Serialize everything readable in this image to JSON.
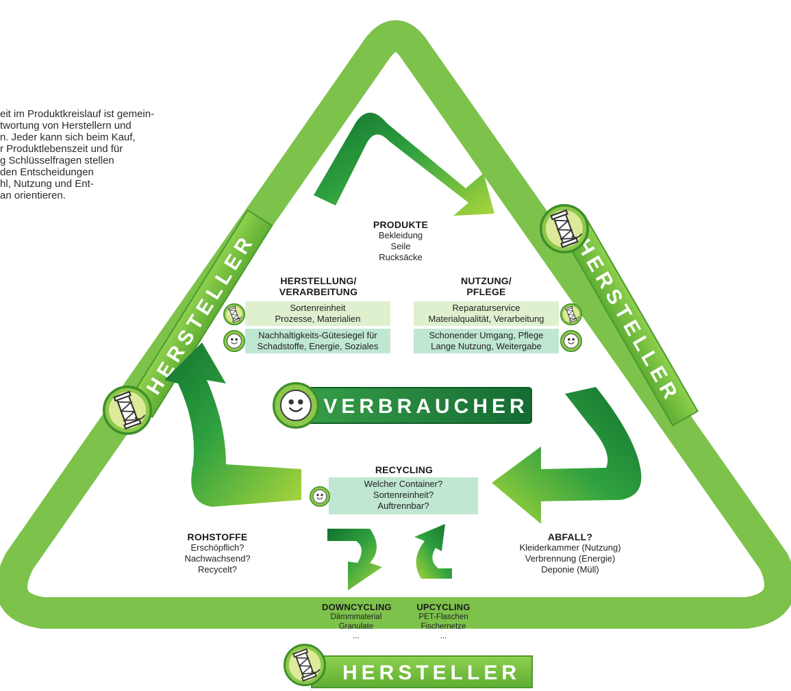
{
  "intro": {
    "lines": [
      "eit im Produktkreislauf ist gemein-",
      "twortung von Herstellern und",
      "n. Jeder kann sich beim Kauf,",
      "r Produktlebenszeit und für",
      "g Schlüsselfragen stellen",
      "den Entscheidungen",
      "hl, Nutzung und Ent-",
      "an orientieren."
    ]
  },
  "hersteller": {
    "left": "HERSTELLER",
    "right": "HERSTELLER",
    "bottom": "HERSTELLER"
  },
  "verbraucher": "VERBRAUCHER",
  "produkte": {
    "title": "PRODUKTE",
    "items": [
      "Bekleidung",
      "Seile",
      "Rucksäcke"
    ]
  },
  "herstellung": {
    "title_lines": [
      "HERSTELLUNG/",
      "VERARBEITUNG"
    ],
    "box1": [
      "Sortenreinheit",
      "Prozesse, Materialien"
    ],
    "box2": [
      "Nachhaltigkeits-Gütesiegel für",
      "Schadstoffe, Energie, Soziales"
    ]
  },
  "nutzung": {
    "title_lines": [
      "NUTZUNG/",
      "PFLEGE"
    ],
    "box1": [
      "Reparaturservice",
      "Materialqualität, Verarbeitung"
    ],
    "box2": [
      "Schonender Umgang, Pflege",
      "Lange Nutzung, Weitergabe"
    ]
  },
  "recycling": {
    "title": "RECYCLING",
    "items": [
      "Welcher Container?",
      "Sortenreinheit?",
      "Auftrennbar?"
    ]
  },
  "rohstoffe": {
    "title": "ROHSTOFFE",
    "items": [
      "Erschöpflich?",
      "Nachwachsend?",
      "Recycelt?"
    ]
  },
  "abfall": {
    "title": "ABFALL?",
    "items": [
      "Kleiderkammer (Nutzung)",
      "Verbrennung (Energie)",
      "Deponie (Müll)"
    ]
  },
  "downcycling": {
    "title": "DOWNCYCLING",
    "items": [
      "Dämmmaterial",
      "Granulate"
    ],
    "more": "..."
  },
  "upcycling": {
    "title": "UPCYCLING",
    "items": [
      "PET-Flaschen",
      "Fischernetze"
    ],
    "more": "..."
  },
  "colors": {
    "ring": "#7dc24b",
    "ring_dark": "#5fa33a",
    "arrow_dark": "#1a8a3c",
    "arrow_light": "#9ad03b",
    "verbraucher_bg": "#1d7a3a",
    "box_light": "#dff0cf",
    "box_teal": "#bfe7d2"
  },
  "icons": [
    "thread-spool-icon",
    "smiley-icon"
  ]
}
